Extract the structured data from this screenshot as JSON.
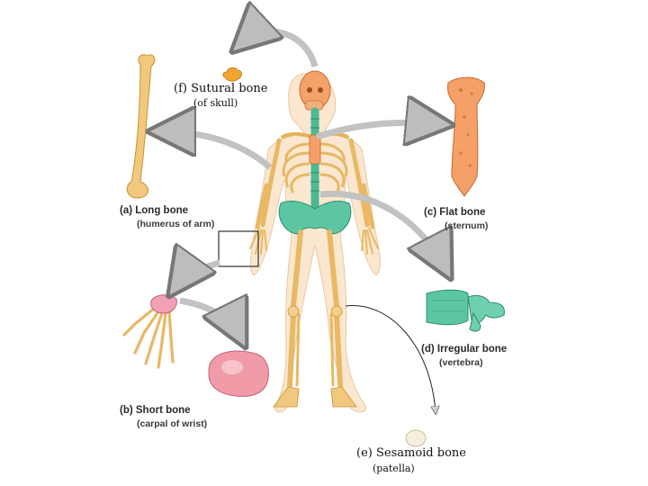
{
  "labels": {
    "long_bone": {
      "title": "(a) Long bone",
      "sub": "(humerus of arm)"
    },
    "short_bone": {
      "title": "(b) Short bone",
      "sub": "(carpal of wrist)"
    },
    "flat_bone": {
      "title": "(c) Flat bone",
      "sub": "(sternum)"
    },
    "irregular_bone": {
      "title": "(d) Irregular bone",
      "sub": "(vertebra)"
    },
    "sesamoid_bone": {
      "title": "(e) Sesamoid bone",
      "sub": "(patella)"
    },
    "sutural_bone": {
      "title": "(f) Sutural bone",
      "sub": "(of skull)"
    }
  },
  "colors": {
    "bone": "#f0c97e",
    "bone_outline": "#c9922f",
    "skin": "#fbe9d2",
    "skull": "#f3a26a",
    "sternum": "#f4a068",
    "spine_pelvis": "#5cc6a4",
    "carpal": "#f2a0b4",
    "arrow": "#b8b8b8"
  }
}
